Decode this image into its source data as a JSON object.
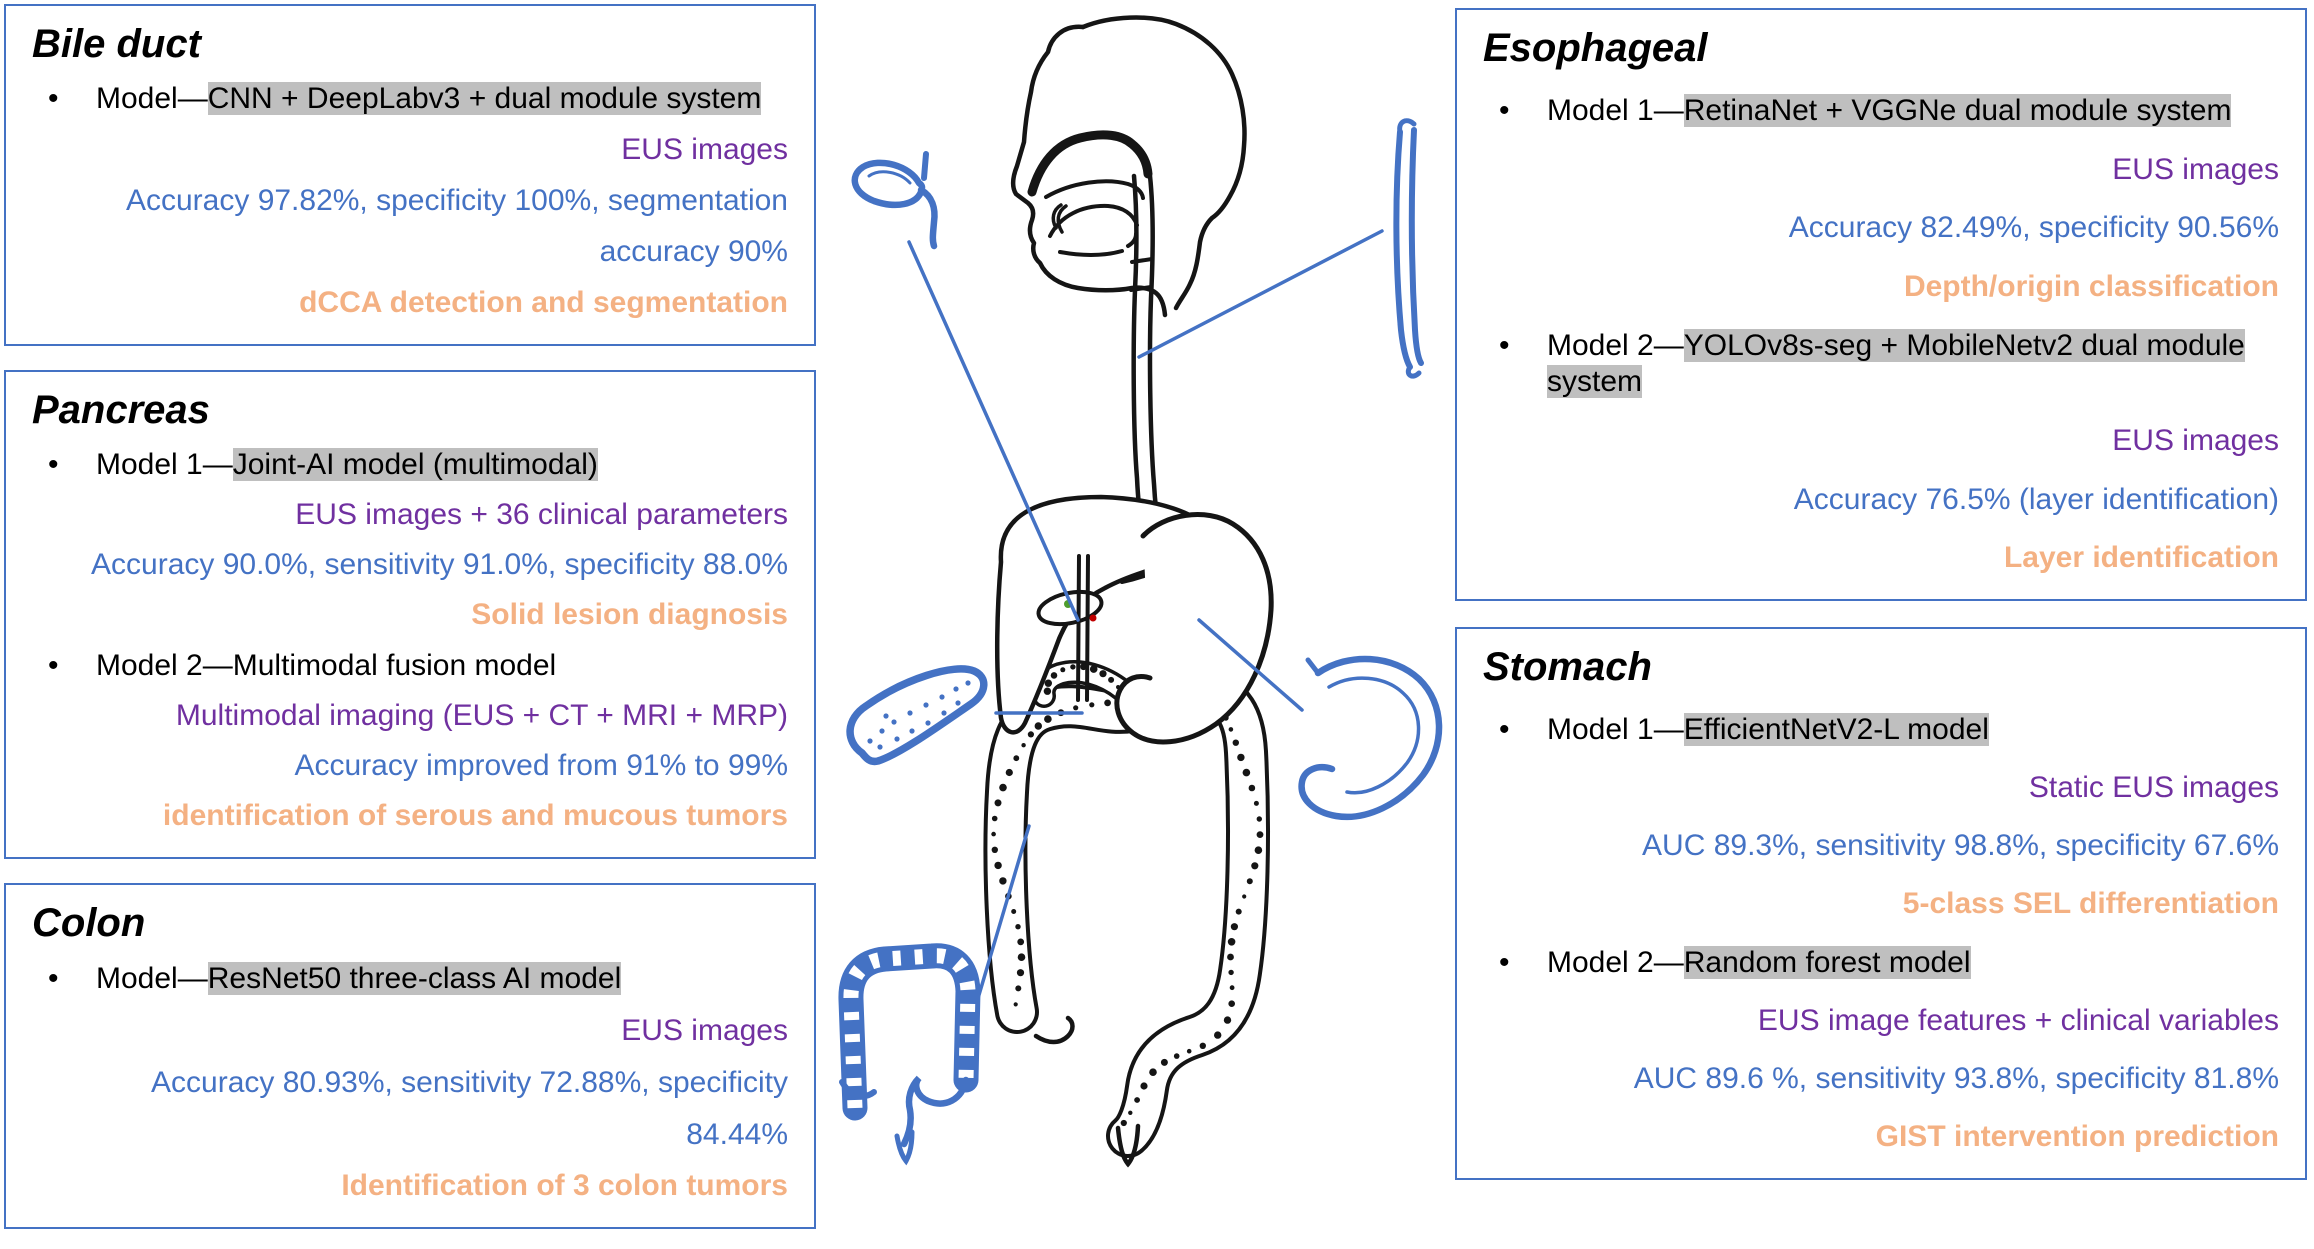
{
  "figure": {
    "bullet_char": "•",
    "panels": [
      {
        "id": "bile-duct",
        "title": "Bile duct",
        "rows": [
          {
            "style": "model",
            "pre": "Model—",
            "mark_lines": [
              "CNN + DeepLabv3 + dual module system"
            ]
          },
          {
            "style": "purple",
            "text": "EUS images"
          },
          {
            "style": "blue",
            "text": "Accuracy 97.82%, specificity 100%, segmentation"
          },
          {
            "style": "blue",
            "text": "accuracy 90%"
          },
          {
            "style": "orange",
            "text": "dCCA detection and segmentation"
          }
        ]
      },
      {
        "id": "pancreas",
        "title": "Pancreas",
        "rows": [
          {
            "style": "model",
            "pre": "Model 1—",
            "mark_lines": [
              "Joint-AI model (multimodal)"
            ]
          },
          {
            "style": "purple",
            "text": "EUS images + 36 clinical parameters"
          },
          {
            "style": "blue",
            "text": "Accuracy 90.0%, sensitivity 91.0%, specificity 88.0%"
          },
          {
            "style": "orange",
            "text": "Solid lesion diagnosis"
          },
          {
            "style": "model",
            "pre": "Model 2—Multimodal fusion model",
            "mark_lines": []
          },
          {
            "style": "purple",
            "text": "Multimodal imaging (EUS + CT + MRI + MRP)"
          },
          {
            "style": "blue",
            "text": "Accuracy improved from 91% to 99%"
          },
          {
            "style": "orange",
            "text": "identification of serous and mucous tumors"
          }
        ]
      },
      {
        "id": "colon",
        "title": "Colon",
        "rows": [
          {
            "style": "model",
            "pre": "Model—",
            "mark_lines": [
              "ResNet50 three-class AI model"
            ]
          },
          {
            "style": "purple",
            "text": "EUS images"
          },
          {
            "style": "blue",
            "text": "Accuracy 80.93%, sensitivity 72.88%, specificity"
          },
          {
            "style": "blue",
            "text": "84.44%"
          },
          {
            "style": "orange",
            "text": "Identification of 3 colon tumors"
          }
        ]
      },
      {
        "id": "esophageal",
        "title": "Esophageal",
        "rows": [
          {
            "style": "model",
            "pre": "Model 1—",
            "mark_lines": [
              "RetinaNet + VGGNe dual module system"
            ]
          },
          {
            "style": "purple",
            "text": "EUS images"
          },
          {
            "style": "blue",
            "text": "Accuracy 82.49%, specificity 90.56%"
          },
          {
            "style": "orange",
            "text": "Depth/origin classification"
          },
          {
            "style": "model",
            "pre": "Model 2—",
            "mark_lines": [
              "YOLOv8s-seg + MobileNetv2 dual module",
              "system"
            ]
          },
          {
            "style": "purple",
            "text": "EUS images"
          },
          {
            "style": "blue",
            "text": "Accuracy 76.5% (layer identification)"
          },
          {
            "style": "orange",
            "text": "Layer identification"
          }
        ]
      },
      {
        "id": "stomach",
        "title": "Stomach",
        "rows": [
          {
            "style": "model",
            "pre": "Model 1—",
            "mark_lines": [
              "EfficientNetV2-L model"
            ]
          },
          {
            "style": "purple",
            "text": "Static EUS images"
          },
          {
            "style": "blue",
            "text": "AUC 89.3%, sensitivity 98.8%, specificity 67.6%"
          },
          {
            "style": "orange",
            "text": "5-class SEL differentiation"
          },
          {
            "style": "model",
            "pre": "Model 2—",
            "mark_lines": [
              "Random forest model"
            ]
          },
          {
            "style": "purple",
            "text": "EUS image features + clinical variables"
          },
          {
            "style": "blue",
            "text": "AUC 89.6 %, sensitivity 93.8%, specificity 81.8%"
          },
          {
            "style": "orange",
            "text": "GIST intervention prediction"
          }
        ]
      }
    ]
  },
  "colors": {
    "panel_border": "#4472C4",
    "metric_blue": "#4472C4",
    "modality_purple": "#7030A0",
    "task_orange": "#F4B183",
    "highlight_gray": "#BFBFBF",
    "icon_blue": "#4472C4",
    "ink_black": "#151515"
  },
  "illustration": {
    "style": "anatomical line art of head and digestive tract",
    "black_line_art": [
      "head-profile",
      "oral-cavity",
      "esophagus",
      "liver",
      "gallbladder",
      "bile-duct",
      "stomach",
      "duodenum",
      "large-intestine",
      "rectum"
    ],
    "blue_icons": [
      "gallbladder-bile-duct-icon",
      "esophagus-icon",
      "pancreas-icon",
      "stomach-icon",
      "colon-icon"
    ],
    "connector_lines": [
      "bile-duct",
      "esophagus",
      "pancreas",
      "stomach",
      "colon"
    ]
  }
}
